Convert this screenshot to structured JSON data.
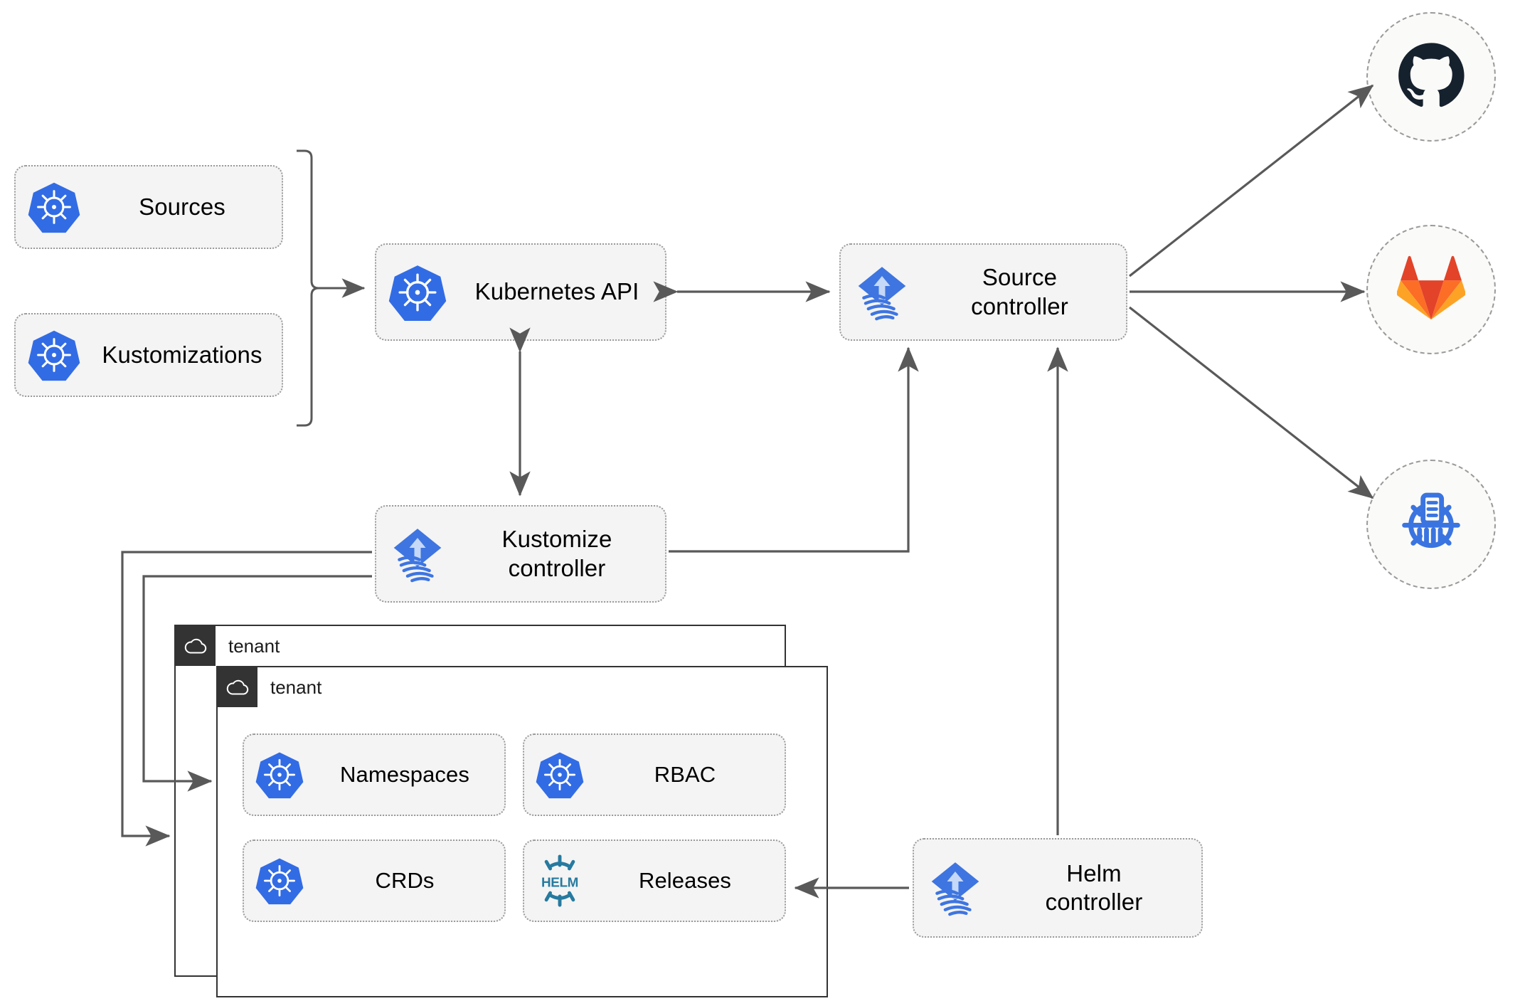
{
  "diagram": {
    "title": "Flux GitOps architecture",
    "accent_blue": "#326ce5",
    "flux_blue": "#3e75e0",
    "helm_teal": "#277a9f",
    "github_navy": "#16212e",
    "gitlab_orange": "#e24329",
    "gitlab_amber": "#fca326",
    "line_gray": "#595959",
    "node_fill": "#f4f4f4",
    "node_border": "#9a9a9a",
    "tenant_border": "#333333"
  },
  "inputs": [
    {
      "id": "sources",
      "label": "Sources",
      "icon": "kubernetes-icon"
    },
    {
      "id": "kustomizations",
      "label": "Kustomizations",
      "icon": "kubernetes-icon"
    }
  ],
  "core": [
    {
      "id": "kubernetes-api",
      "label": "Kubernetes API",
      "icon": "kubernetes-icon"
    },
    {
      "id": "source-controller",
      "label": "Source\ncontroller",
      "icon": "flux-icon"
    },
    {
      "id": "kustomize-controller",
      "label": "Kustomize\ncontroller",
      "icon": "flux-icon"
    },
    {
      "id": "helm-controller",
      "label": "Helm\ncontroller",
      "icon": "flux-icon"
    }
  ],
  "providers": [
    {
      "id": "github",
      "label": "github-icon"
    },
    {
      "id": "gitlab",
      "label": "gitlab-icon"
    },
    {
      "id": "helm-repo",
      "label": "helm-repository-icon"
    }
  ],
  "tenants": [
    {
      "id": "tenant-outer",
      "label": "tenant",
      "icon": "cloud-icon"
    },
    {
      "id": "tenant-inner",
      "label": "tenant",
      "icon": "cloud-icon"
    }
  ],
  "tenant_resources": [
    {
      "id": "namespaces",
      "label": "Namespaces",
      "icon": "kubernetes-icon"
    },
    {
      "id": "rbac",
      "label": "RBAC",
      "icon": "kubernetes-icon"
    },
    {
      "id": "crds",
      "label": "CRDs",
      "icon": "kubernetes-icon"
    },
    {
      "id": "releases",
      "label": "Releases",
      "icon": "helm-icon"
    }
  ],
  "connections": [
    {
      "from": "inputs-bracket",
      "to": "kubernetes-api",
      "style": "arrow"
    },
    {
      "from": "kubernetes-api",
      "to": "source-controller",
      "style": "bidirectional"
    },
    {
      "from": "kubernetes-api",
      "to": "kustomize-controller",
      "style": "bidirectional"
    },
    {
      "from": "source-controller",
      "to": "github",
      "style": "arrow"
    },
    {
      "from": "source-controller",
      "to": "gitlab",
      "style": "arrow"
    },
    {
      "from": "source-controller",
      "to": "helm-repo",
      "style": "arrow"
    },
    {
      "from": "kustomize-controller",
      "to": "source-controller",
      "style": "arrow"
    },
    {
      "from": "helm-controller",
      "to": "source-controller",
      "style": "arrow"
    },
    {
      "from": "helm-controller",
      "to": "releases",
      "style": "arrow"
    },
    {
      "from": "kustomize-controller",
      "to": "tenant-outer",
      "style": "arrow"
    },
    {
      "from": "kustomize-controller",
      "to": "tenant-inner",
      "style": "arrow"
    }
  ]
}
